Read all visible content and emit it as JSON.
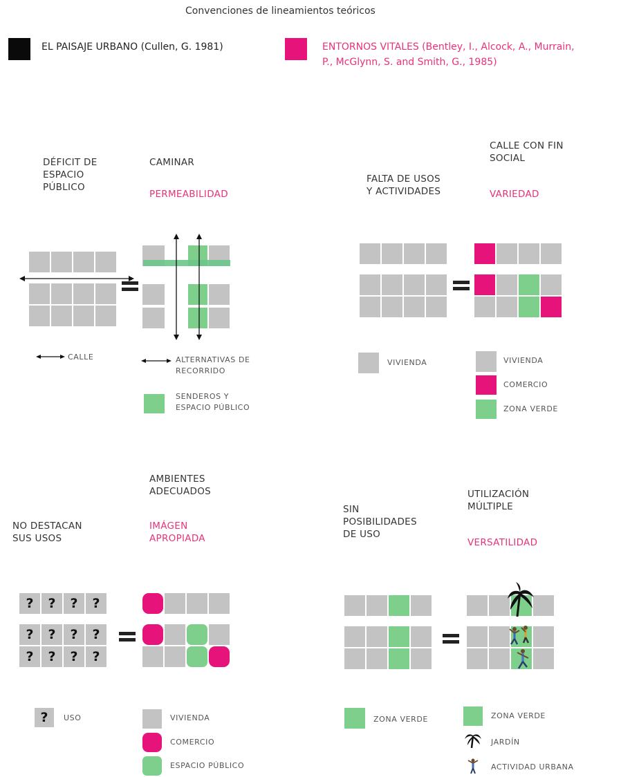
{
  "header": {
    "title": "Convenciones de lineamientos teóricos"
  },
  "conventions": {
    "black": {
      "label": "EL PAISAJE URBANO (Cullen, G. 1981)",
      "color": "#0a0a0a"
    },
    "pink": {
      "label_line1": "ENTORNOS VITALES (Bentley, I., Alcock, A., Murrain,",
      "label_line2": "P., McGlynn, S. and Smith, G., 1985)",
      "color": "#e5137a"
    }
  },
  "colors": {
    "grey": "#c3c3c3",
    "green": "#7fcf8c",
    "pink": "#e5137a"
  },
  "panels": {
    "caminar": {
      "left_line1": "DÉFICIT DE",
      "left_line2": "ESPACIO",
      "left_line3": "PÚBLICO",
      "right_title": "CAMINAR",
      "right_pink": "PERMEABILIDAD",
      "legend_calle": "CALLE",
      "legend_alt_line1": "ALTERNATIVAS DE",
      "legend_alt_line2": "RECORRIDO",
      "legend_send_line1": "SENDEROS Y",
      "legend_send_line2": "ESPACIO PÚBLICO"
    },
    "variedad": {
      "left_line1": "FALTA DE USOS",
      "left_line2": "Y ACTIVIDADES",
      "right_line1": "CALLE CON FIN",
      "right_line2": "SOCIAL",
      "right_pink": "VARIEDAD",
      "legend_left": "VIVIENDA",
      "legend_vivienda": "VIVIENDA",
      "legend_comercio": "COMERCIO",
      "legend_verde": "ZONA VERDE"
    },
    "imagen": {
      "left_line1": "NO DESTACAN",
      "left_line2": "SUS USOS",
      "right_line1": "AMBIENTES",
      "right_line2": "ADECUADOS",
      "right_pink1": "IMÁGEN",
      "right_pink2": "APROPIADA",
      "question": "?",
      "legend_uso": "USO",
      "legend_vivienda": "VIVIENDA",
      "legend_comercio": "COMERCIO",
      "legend_espacio": "ESPACIO PÚBLICO"
    },
    "versatilidad": {
      "left_line1": "SIN",
      "left_line2": "POSIBILIDADES",
      "left_line3": "DE USO",
      "right_line1": "UTILIZACIÓN",
      "right_line2": "MÚLTIPLE",
      "right_pink": "VERSATILIDAD",
      "legend_left": "ZONA VERDE",
      "legend_verde": "ZONA VERDE",
      "legend_jardin": "JARDÍN",
      "legend_actividad": "ACTIVIDAD URBANA",
      "jardin_icon": "palm-tree-icon",
      "actividad_icon": "person-jumping-icon"
    }
  }
}
